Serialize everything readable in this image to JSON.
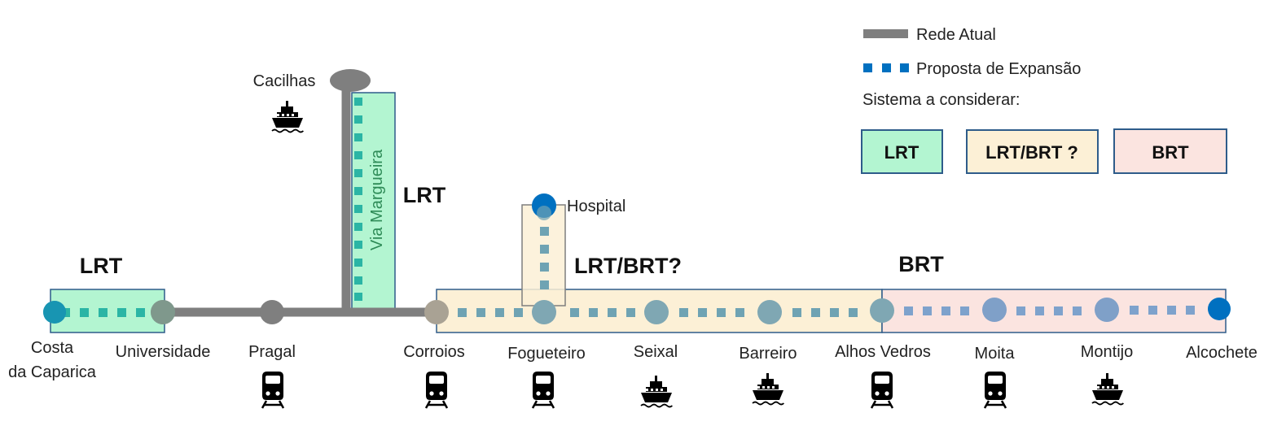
{
  "legend": {
    "current_network": "Rede Atual",
    "proposed_expansion": "Proposta de Expansão",
    "system_heading": "Sistema a considerar:",
    "boxes": {
      "lrt": "LRT",
      "lrt_brt": "LRT/BRT ?",
      "brt": "BRT"
    }
  },
  "section_labels": {
    "west": "LRT",
    "margueira": "LRT",
    "hospital": "LRT/BRT?",
    "east": "BRT"
  },
  "corridor_label": "Via Margueira",
  "stations": {
    "costa_line1": "Costa",
    "costa_line2": "da Caparica",
    "universidade": "Universidade",
    "pragal": "Pragal",
    "cacilhas": "Cacilhas",
    "corroios": "Corroios",
    "fogueteiro": "Fogueteiro",
    "hospital": "Hospital",
    "seixal": "Seixal",
    "barreiro": "Barreiro",
    "alhos_vedros": "Alhos Vedros",
    "moita": "Moita",
    "montijo": "Montijo",
    "alcochete": "Alcochete"
  },
  "interchange_icons": {
    "cacilhas": "ferry-icon",
    "pragal": "train-icon",
    "corroios": "train-icon",
    "fogueteiro": "train-icon",
    "seixal": "ferry-icon",
    "barreiro": "ferry-icon",
    "alhos_vedros": "train-icon",
    "moita": "train-icon",
    "montijo": "ferry-icon"
  },
  "colors": {
    "current_line": "#7f7f7f",
    "expansion_blue": "#0070c0",
    "lrt_fill": "#b3f5d1",
    "lrt_dots": "#2bb5a5",
    "lrt_brt_fill": "#fcf0d6",
    "lrt_brt_dots": "#6fa3b3",
    "brt_fill": "#fbe4e0",
    "brt_dots": "#7ea2cc",
    "box_border": "#2e5c8a"
  }
}
